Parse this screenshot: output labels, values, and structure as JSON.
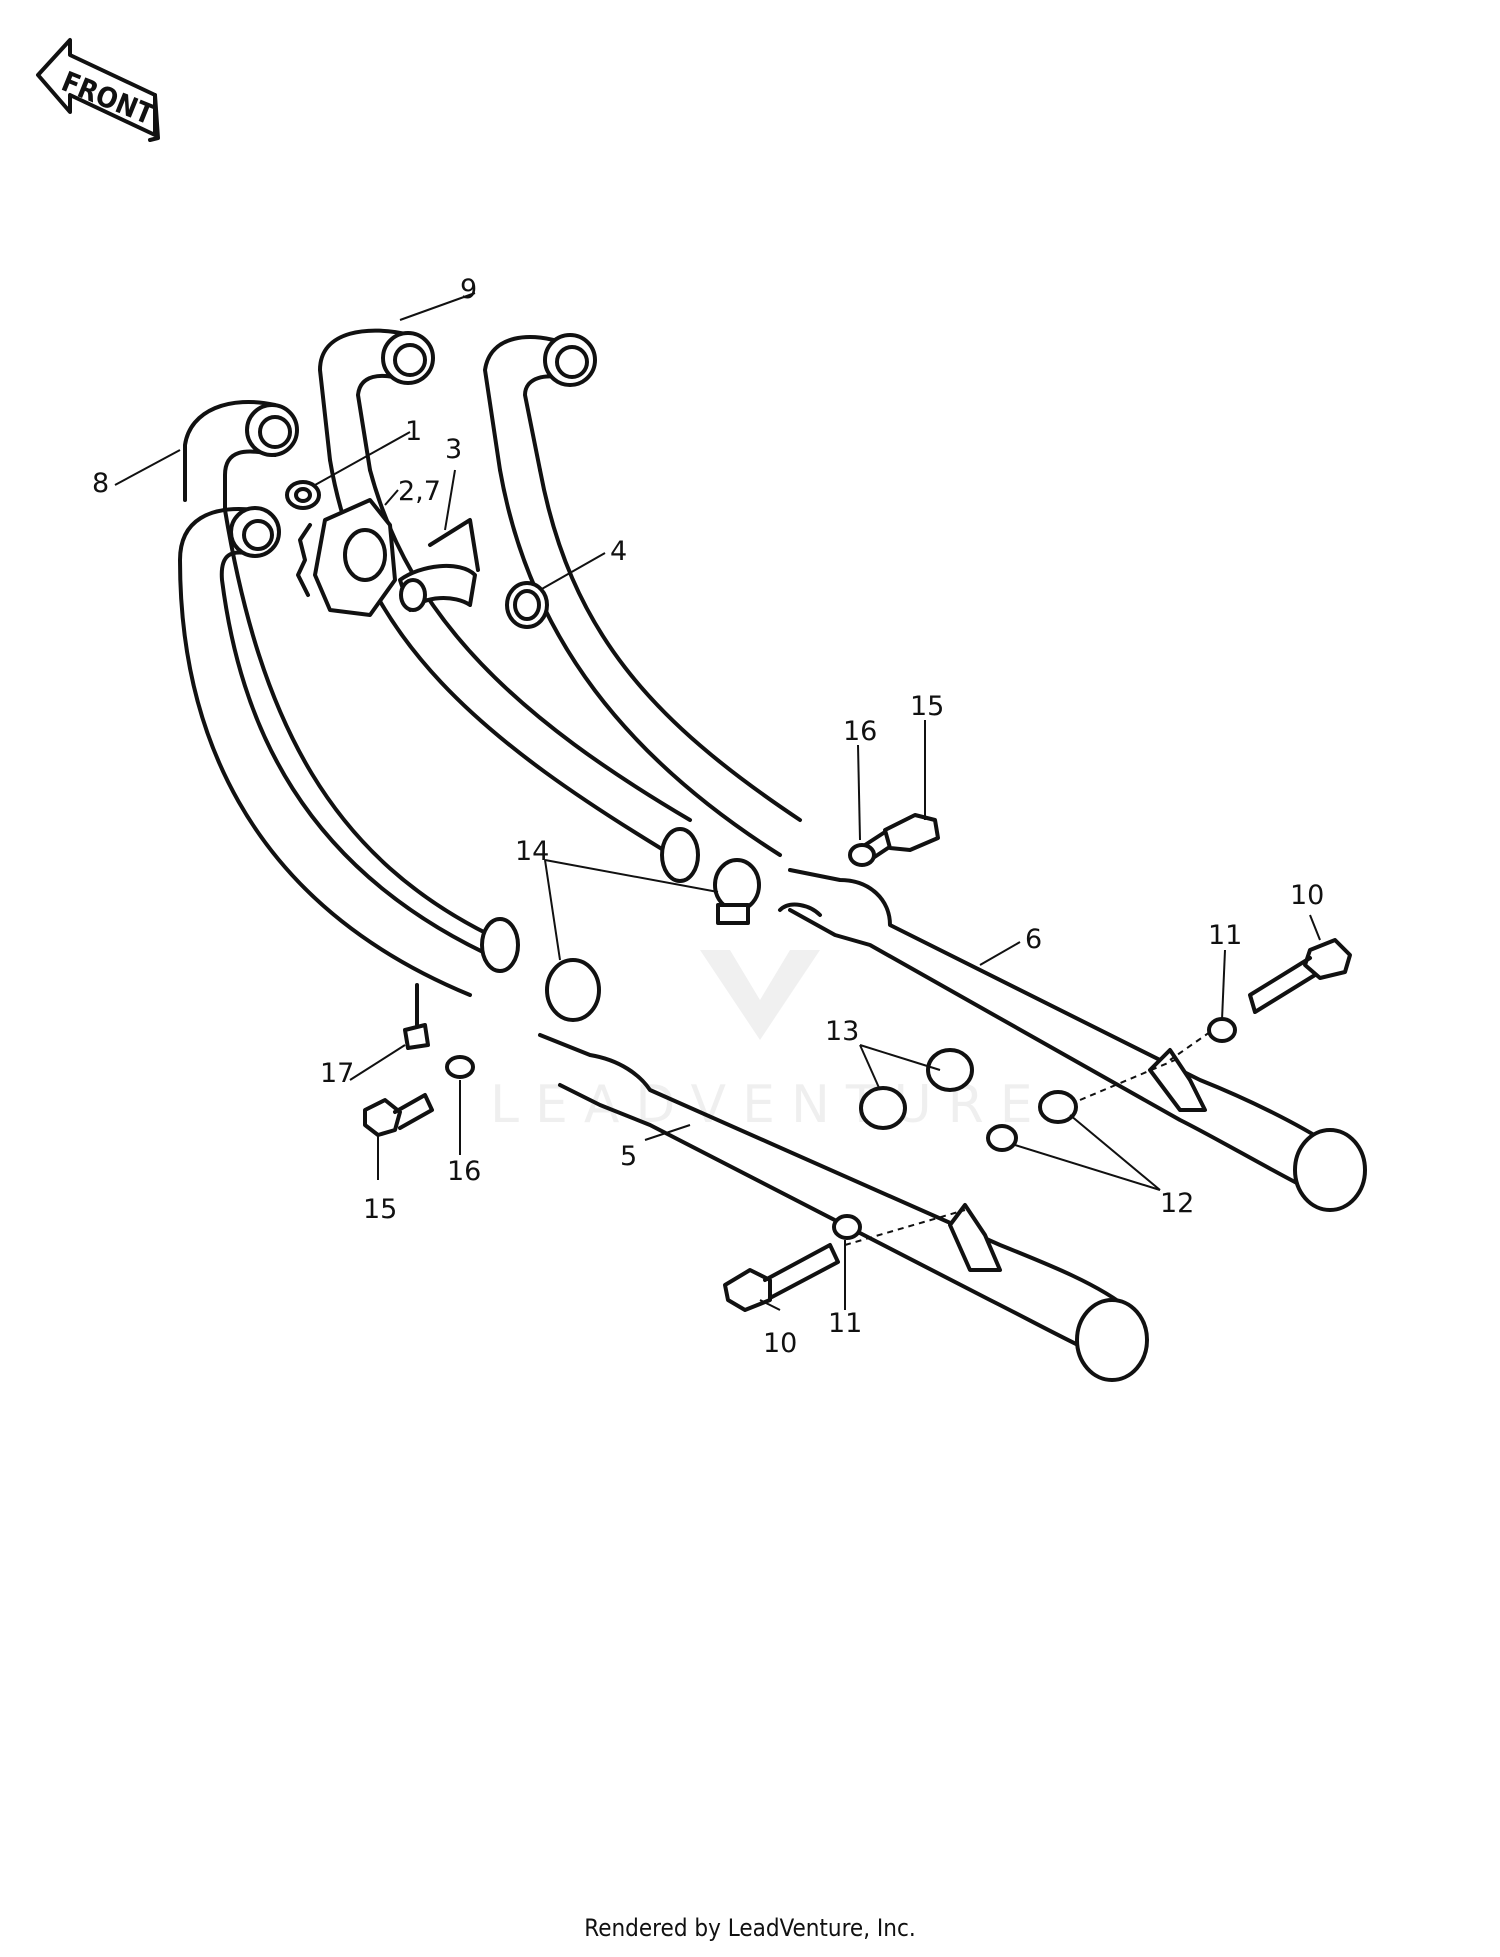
{
  "direction_indicator": {
    "label": "FRONT"
  },
  "callouts": {
    "c1": "1",
    "c2_7": "2,7",
    "c3": "3",
    "c4": "4",
    "c5": "5",
    "c6": "6",
    "c8": "8",
    "c9": "9",
    "c10_top": "10",
    "c10_bottom": "10",
    "c11_top": "11",
    "c11_bottom": "11",
    "c12": "12",
    "c13": "13",
    "c14": "14",
    "c15_top": "15",
    "c15_bottom": "15",
    "c16_top": "16",
    "c16_bottom": "16",
    "c17": "17"
  },
  "watermark": "LEADVENTURE",
  "footer": {
    "credit": "Rendered by LeadVenture, Inc."
  }
}
